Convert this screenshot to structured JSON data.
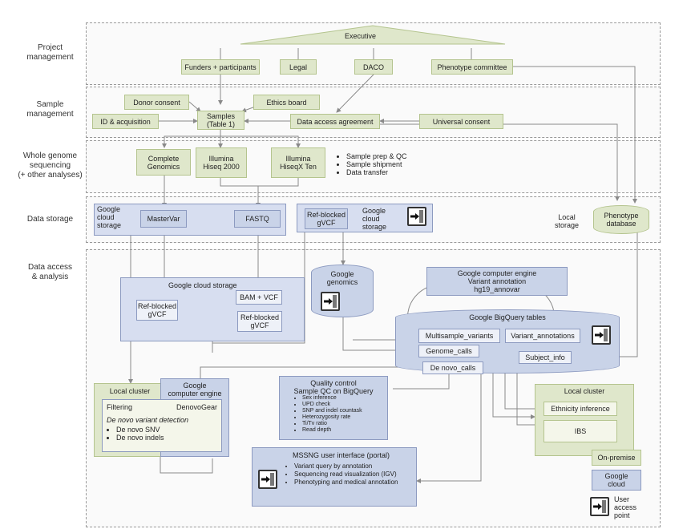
{
  "row_labels": {
    "project": "Project\nmanagement",
    "sample": "Sample\nmanagement",
    "wgs": "Whole genome\nsequencing\n(+ other analyses)",
    "storage": "Data storage",
    "access": "Data access\n& analysis"
  },
  "project": {
    "executive": "Executive",
    "funders": "Funders + participants",
    "legal": "Legal",
    "daco": "DACO",
    "phenotype_committee": "Phenotype committee"
  },
  "sample": {
    "donor_consent": "Donor consent",
    "samples": "Samples\n(Table 1)",
    "ethics_board": "Ethics board",
    "id_acquisition": "ID & acquisition",
    "data_access_agreement": "Data access agreement",
    "universal_consent": "Universal consent"
  },
  "wgs": {
    "complete_genomics": "Complete\nGenomics",
    "hiseq2000": "Illumina\nHiseq 2000",
    "hiseqx": "Illumina\nHiseqX Ten",
    "bullets": [
      "Sample prep & QC",
      "Sample shipment",
      "Data transfer"
    ]
  },
  "storage": {
    "gcs1_label": "Google\ncloud\nstorage",
    "mastervar": "MasterVar",
    "fastq": "FASTQ",
    "ref_gvcf": "Ref-blocked\ngVCF",
    "gcs2_label": "Google\ncloud\nstorage",
    "local_storage": "Local\nstorage",
    "phenotype_db": "Phenotype\ndatabase"
  },
  "analysis": {
    "gcs_title": "Google cloud storage",
    "bam_vcf": "BAM + VCF",
    "ref_gvcf_a": "Ref-blocked\ngVCF",
    "ref_gvcf_b": "Ref-blocked\ngVCF",
    "google_genomics": "Google\ngenomics",
    "compute_engine_title": "Google computer engine",
    "variant_annotation": "Variant annotation\nhg19_annovar",
    "bigquery_title": "Google BigQuery tables",
    "multisample_variants": "Multisample_variants",
    "variant_annotations": "Variant_annotations",
    "genome_calls": "Genome_calls",
    "subject_info": "Subject_info",
    "denovo_calls": "De novo_calls",
    "local_cluster": "Local cluster",
    "gce2": "Google\ncomputer engine",
    "filtering": "Filtering",
    "denovogear": "DenovoGear",
    "denovo_detection": "De novo variant detection",
    "denovo_snv": "De novo SNV",
    "denovo_indels": "De novo indels",
    "qc_title": "Quality control\nSample QC on BigQuery",
    "qc_items": [
      "Sex inference",
      "UPD check",
      "SNP and indel countask",
      "Heterozygosity rate",
      "Ti/Tv ratio",
      "Read depth"
    ],
    "local_cluster2": "Local cluster",
    "ethnicity": "Ethnicity inference",
    "ibs": "IBS",
    "portal_title": "MSSNG user interface (portal)",
    "portal_items": [
      "Variant query by annotation",
      "Sequencing read visualization (IGV)",
      "Phenotyping and medical annotation"
    ]
  },
  "legend": {
    "on_premise": "On-premise",
    "google_cloud": "Google\ncloud",
    "user_access": "User\naccess\npoint"
  },
  "colors": {
    "green": "#dfe7cb",
    "blue": "#c9d3e8",
    "band_border": "#9a9a9a"
  }
}
